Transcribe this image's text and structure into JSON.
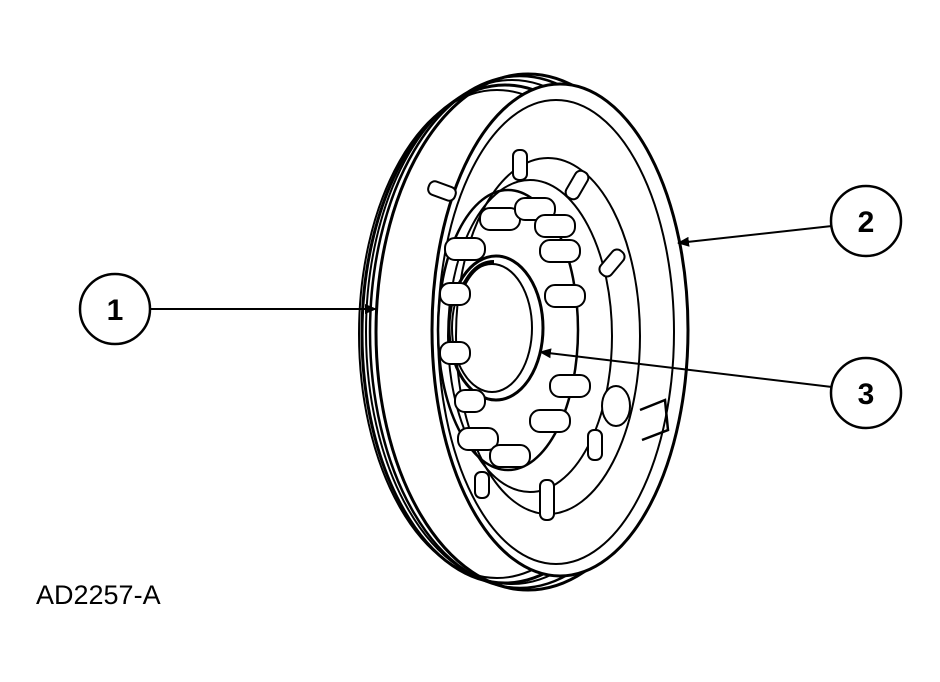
{
  "figure_id": "AD2257-A",
  "callouts": [
    {
      "number": "1"
    },
    {
      "number": "2"
    },
    {
      "number": "3"
    }
  ]
}
